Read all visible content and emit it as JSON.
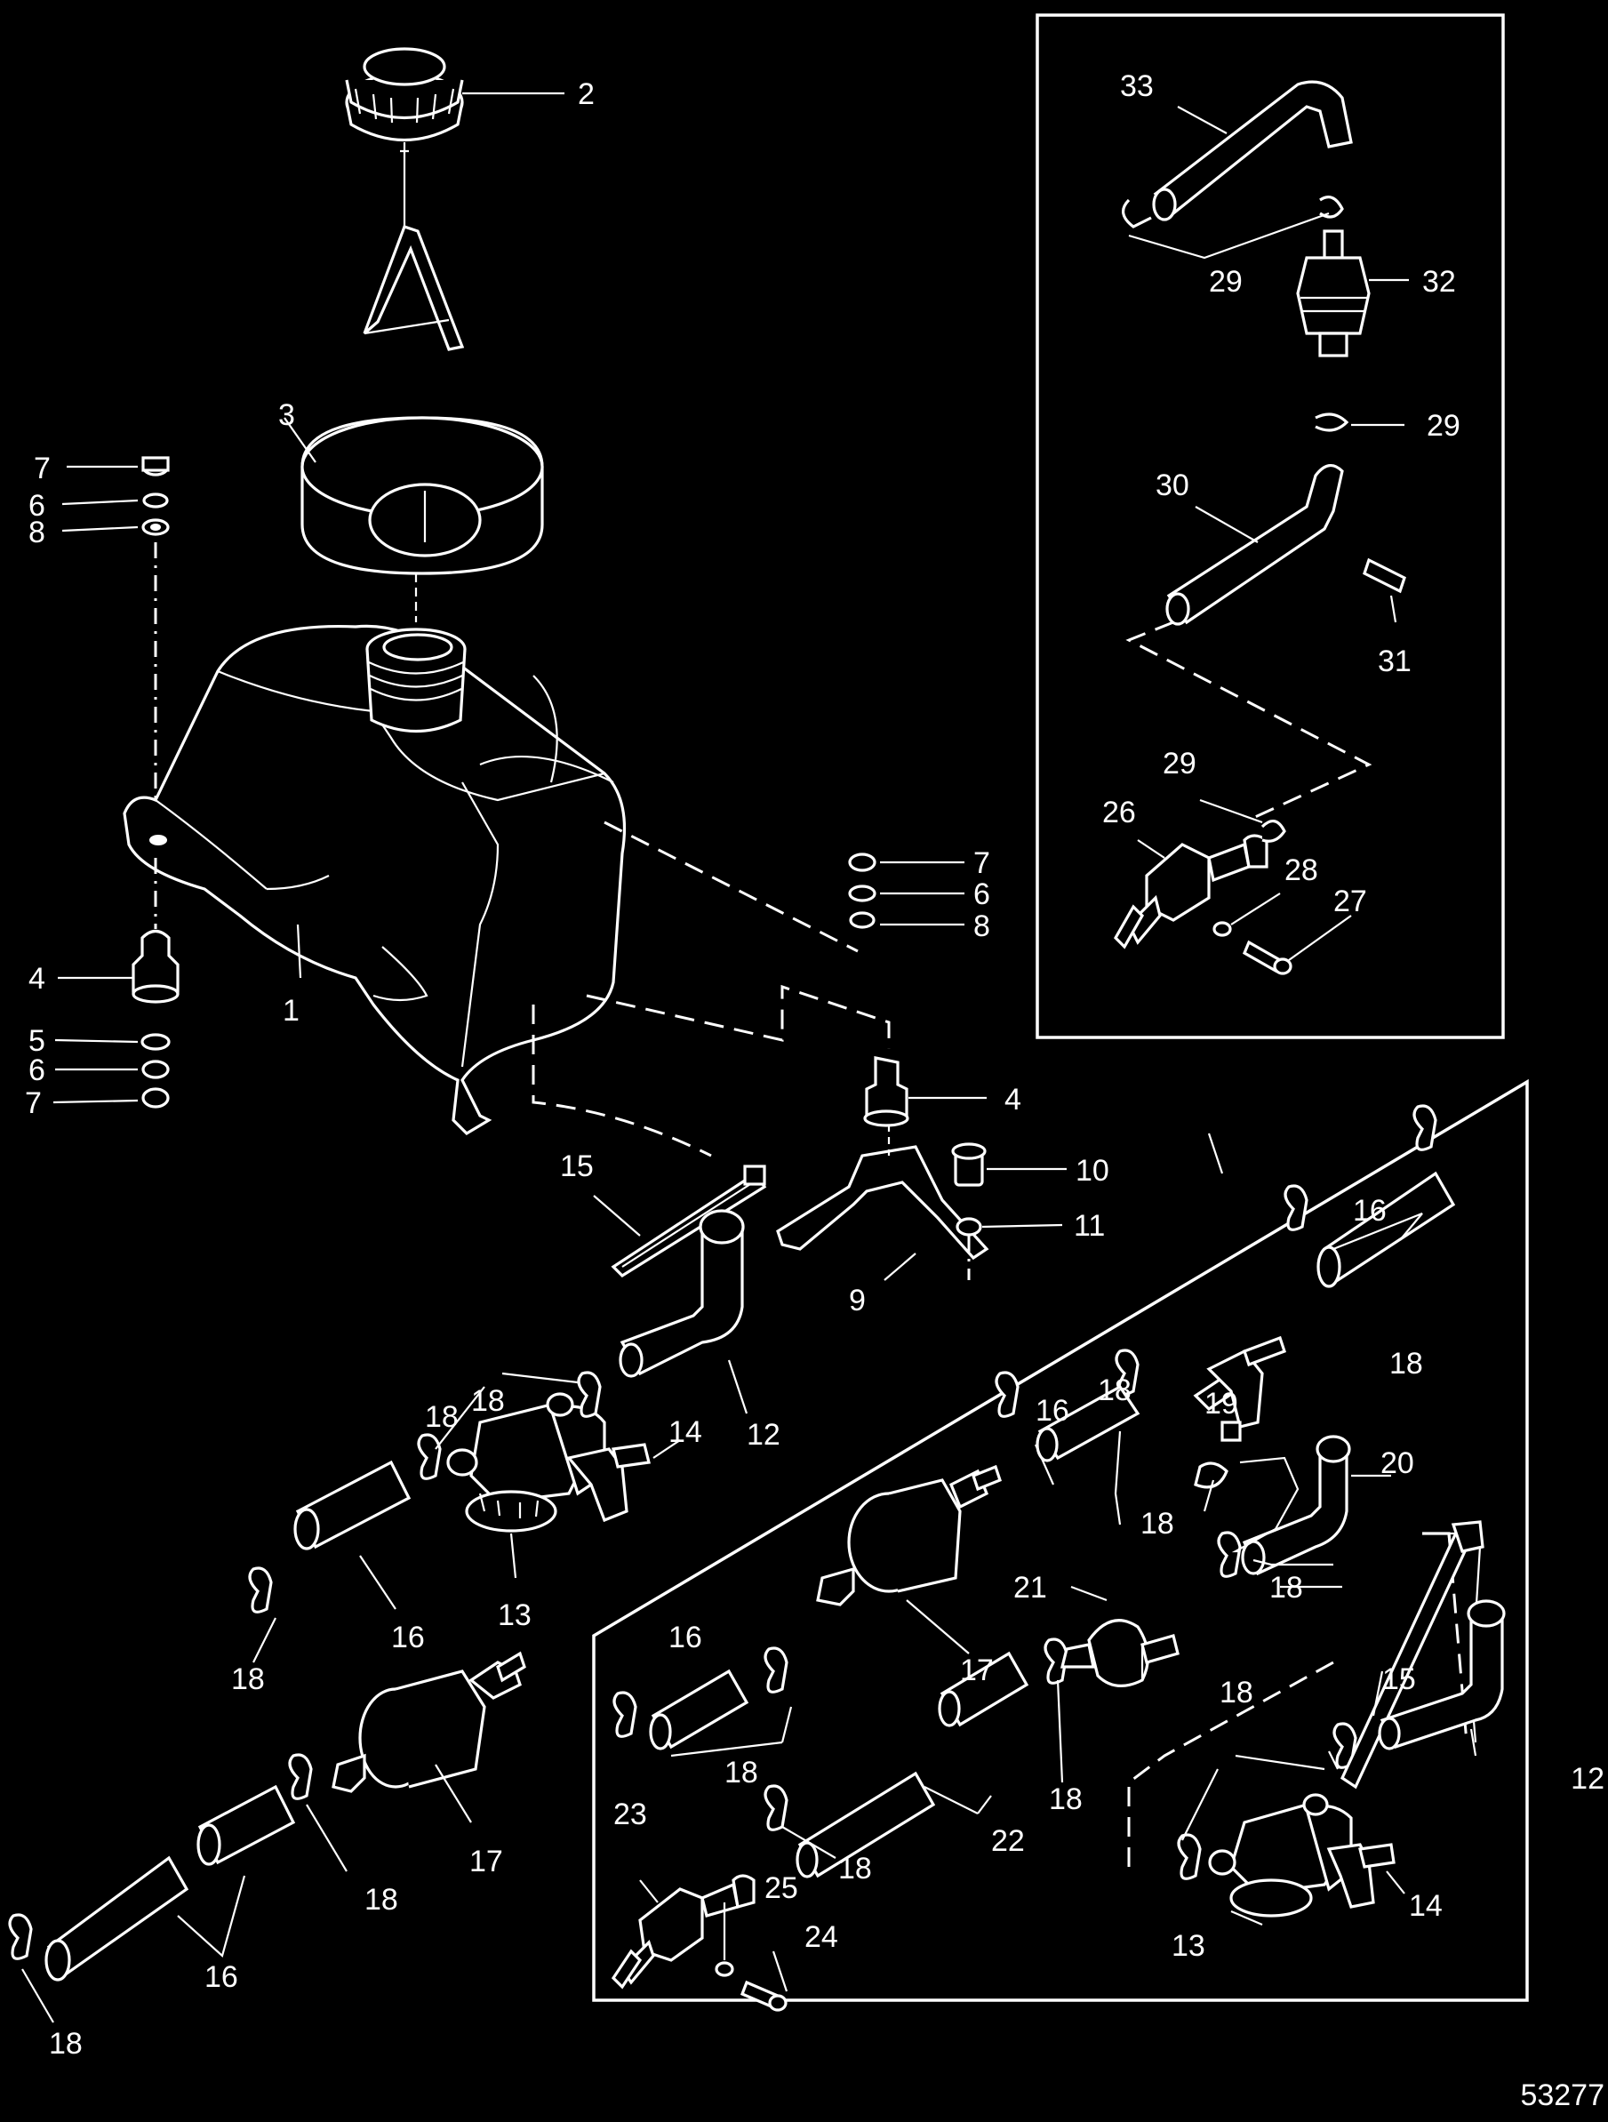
{
  "figure": {
    "figure_number": "53277",
    "callouts": [
      {
        "label": "1"
      },
      {
        "label": "2"
      },
      {
        "label": "3"
      },
      {
        "label": "4"
      },
      {
        "label": "4"
      },
      {
        "label": "5"
      },
      {
        "label": "6"
      },
      {
        "label": "6"
      },
      {
        "label": "6"
      },
      {
        "label": "7"
      },
      {
        "label": "7"
      },
      {
        "label": "7"
      },
      {
        "label": "8"
      },
      {
        "label": "8"
      },
      {
        "label": "9"
      },
      {
        "label": "10"
      },
      {
        "label": "11"
      },
      {
        "label": "12"
      },
      {
        "label": "12"
      },
      {
        "label": "13"
      },
      {
        "label": "13"
      },
      {
        "label": "14"
      },
      {
        "label": "14"
      },
      {
        "label": "15"
      },
      {
        "label": "15"
      },
      {
        "label": "16"
      },
      {
        "label": "16"
      },
      {
        "label": "16"
      },
      {
        "label": "16"
      },
      {
        "label": "16"
      },
      {
        "label": "17"
      },
      {
        "label": "17"
      },
      {
        "label": "18"
      },
      {
        "label": "18"
      },
      {
        "label": "18"
      },
      {
        "label": "18"
      },
      {
        "label": "18"
      },
      {
        "label": "18"
      },
      {
        "label": "18"
      },
      {
        "label": "18"
      },
      {
        "label": "18"
      },
      {
        "label": "18"
      },
      {
        "label": "18"
      },
      {
        "label": "18"
      },
      {
        "label": "18"
      },
      {
        "label": "19"
      },
      {
        "label": "20"
      },
      {
        "label": "21"
      },
      {
        "label": "22"
      },
      {
        "label": "23"
      },
      {
        "label": "24"
      },
      {
        "label": "25"
      },
      {
        "label": "26"
      },
      {
        "label": "27"
      },
      {
        "label": "28"
      },
      {
        "label": "29"
      },
      {
        "label": "29"
      },
      {
        "label": "29"
      },
      {
        "label": "30"
      },
      {
        "label": "31"
      },
      {
        "label": "32"
      },
      {
        "label": "33"
      }
    ]
  }
}
